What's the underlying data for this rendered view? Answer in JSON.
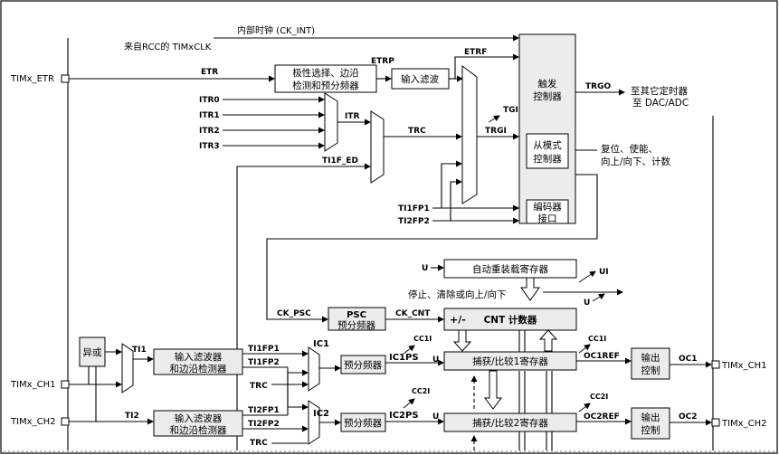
{
  "signals": {
    "internal_clock": "内部时钟 (CK_INT)",
    "rcc_clock": "来自RCC的 TIMxCLK",
    "etr": "ETR",
    "etrp": "ETRP",
    "etrf": "ETRF",
    "itr0": "ITR0",
    "itr1": "ITR1",
    "itr2": "ITR2",
    "itr3": "ITR3",
    "itr": "ITR",
    "trc": "TRC",
    "ti1f_ed": "TI1F_ED",
    "tgi": "TGI",
    "trgi": "TRGI",
    "trgo": "TRGO",
    "ti1fp1_top": "TI1FP1",
    "ti2fp2_top": "TI2FP2",
    "ck_psc": "CK_PSC",
    "ck_cnt": "CK_CNT",
    "u_top": "U",
    "ui": "UI",
    "u_mid": "U",
    "ti1": "TI1",
    "ti2": "TI2",
    "ti1fp1": "TI1FP1",
    "ti1fp2": "TI1FP2",
    "trc_ch1": "TRC",
    "ti2fp1": "TI2FP1",
    "ti2fp2": "TI2FP2",
    "trc_ch2": "TRC",
    "ic1": "IC1",
    "ic2": "IC2",
    "ic1ps": "IC1PS",
    "ic2ps": "IC2PS",
    "cc1i_a": "CC1I",
    "cc1i_b": "CC1I",
    "cc2i_a": "CC2I",
    "cc2i_b": "CC2I",
    "oc1ref": "OC1REF",
    "oc2ref": "OC2REF",
    "oc1": "OC1",
    "oc2": "OC2"
  },
  "pins": {
    "etr": "TIMx_ETR",
    "ch1_in": "TIMx_CH1",
    "ch2_in": "TIMx_CH2",
    "ch1_out": "TIMx_CH1",
    "ch2_out": "TIMx_CH2"
  },
  "blocks": {
    "polarity_1": "极性选择、边沿",
    "polarity_2": "检测和预分频器",
    "input_filter": "输入滤波",
    "trigger_1": "触发",
    "trigger_2": "控制器",
    "slave_1": "从模式",
    "slave_2": "控制器",
    "encoder_1": "编码器",
    "encoder_2": "接口",
    "auto_reload": "自动重装载寄存器",
    "stop_clear": "停止、清除或向上/向下",
    "psc_title": "PSC",
    "psc_sub": "预分频器",
    "cnt_sign": "+/-",
    "cnt_label": "CNT 计数器",
    "xor": "异或",
    "filter_edge_1a": "输入滤波器",
    "filter_edge_1b": "和边沿检测器",
    "filter_edge_2a": "输入滤波器",
    "filter_edge_2b": "和边沿检测器",
    "prescaler_1": "预分频器",
    "prescaler_2": "预分频器",
    "capture_compare_1": "捕获/比较1寄存器",
    "capture_compare_2": "捕获/比较2寄存器",
    "output_ctrl_1a": "输出",
    "output_ctrl_1b": "控制",
    "output_ctrl_2a": "输出",
    "output_ctrl_2b": "控制"
  },
  "notes": {
    "to_other_timers_1": "至其它定时器",
    "to_other_timers_2": "至 DAC/ADC",
    "slave_out_1": "复位、使能、",
    "slave_out_2": "向上/向下、计数"
  }
}
